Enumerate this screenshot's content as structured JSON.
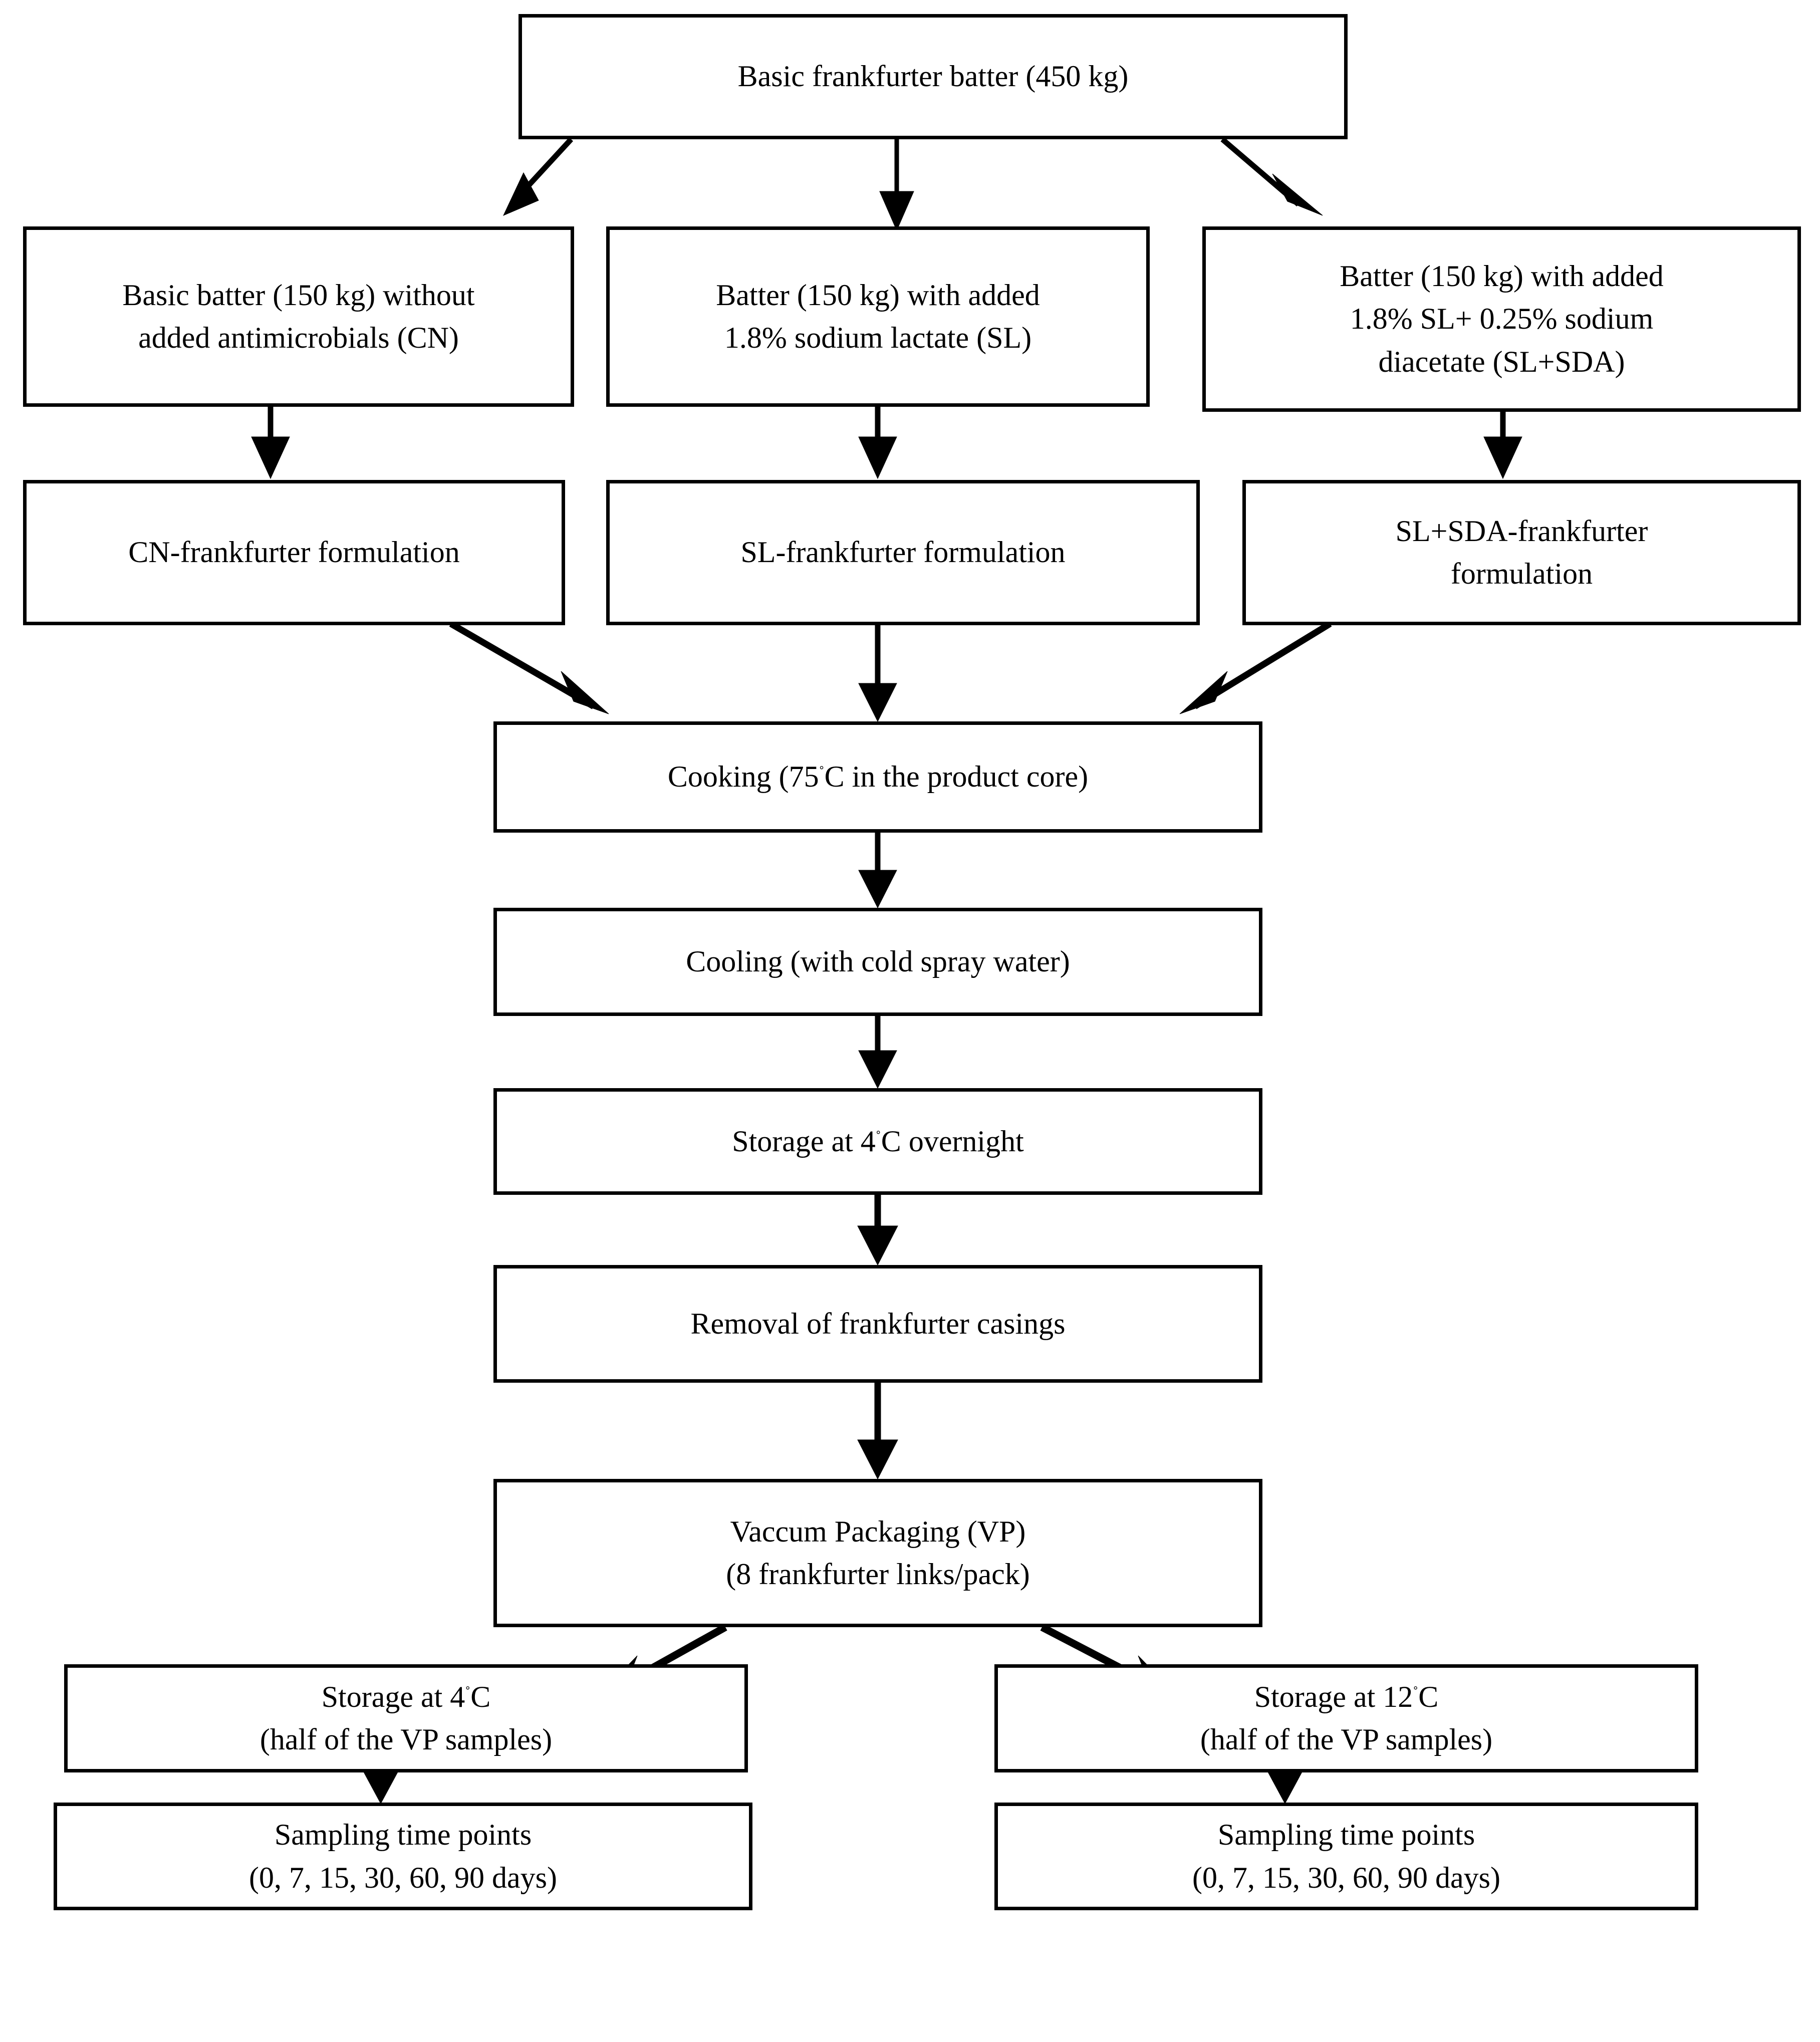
{
  "diagram": {
    "title": "Frankfurter manufacturing and storage experimental flow chart",
    "type": "flowchart",
    "orientation": "top-to-bottom",
    "stroke_color": "#000000",
    "fill_color": "#ffffff",
    "nodes": [
      {
        "id": "basic-batter",
        "label": "Basic frankfurter batter (450 kg)",
        "lines": [
          "Basic frankfurter batter (450 kg)"
        ]
      },
      {
        "id": "batter-cn",
        "label": "Basic batter (150 kg) without added antimicrobials (CN)",
        "lines": [
          "Basic batter  (150 kg) without",
          "added antimicrobials (CN)"
        ]
      },
      {
        "id": "batter-sl",
        "label": "Batter (150 kg) with added 1.8% sodium lactate (SL)",
        "lines": [
          "Batter (150 kg) with added",
          "1.8% sodium lactate (SL)"
        ]
      },
      {
        "id": "batter-slsda",
        "label": "Batter (150 kg) with added 1.8% SL+ 0.25% sodium diacetate (SL+SDA)",
        "lines": [
          "Batter (150 kg) with added",
          "1.8% SL+ 0.25% sodium",
          "diacetate (SL+SDA)"
        ]
      },
      {
        "id": "form-cn",
        "label": "CN-frankfurter formulation",
        "lines": [
          "CN-frankfurter formulation"
        ]
      },
      {
        "id": "form-sl",
        "label": "SL-frankfurter formulation",
        "lines": [
          "SL-frankfurter formulation"
        ]
      },
      {
        "id": "form-slsda",
        "label": "SL+SDA-frankfurter formulation",
        "lines": [
          "SL+SDA-frankfurter",
          "formulation"
        ]
      },
      {
        "id": "cooking",
        "label": "Cooking (75˚C in the product core)",
        "prefix": "Cooking (75",
        "degree": "˚",
        "suffix": "C in the product core)"
      },
      {
        "id": "cooling",
        "label": "Cooling (with cold spray water)",
        "lines": [
          "Cooling (with cold spray water)"
        ]
      },
      {
        "id": "storage-overnight",
        "label": "Storage at 4˚C overnight",
        "prefix": "Storage at 4",
        "degree": "˚",
        "suffix": "C overnight"
      },
      {
        "id": "removal-casings",
        "label": "Removal of frankfurter casings",
        "lines": [
          "Removal of frankfurter casings"
        ]
      },
      {
        "id": "vacuum-packaging",
        "label": "Vaccum Packaging (VP) (8 frankfurter links/pack)",
        "lines": [
          "Vaccum Packaging (VP)",
          "(8 frankfurter links/pack)"
        ]
      },
      {
        "id": "storage-4c",
        "label": "Storage at 4˚C (half of the VP samples)",
        "prefix": "Storage at 4",
        "degree": "˚",
        "suffix": "C",
        "line2": "(half of the VP samples)"
      },
      {
        "id": "storage-12c",
        "label": "Storage at 12˚C (half of the VP samples)",
        "prefix": "Storage at 12",
        "degree": "˚",
        "suffix": "C",
        "line2": "(half of the VP samples)"
      },
      {
        "id": "sampling-4c",
        "label": "Sampling time points (0, 7, 15, 30, 60, 90 days)",
        "lines": [
          "Sampling time points",
          "(0, 7, 15, 30, 60, 90 days)"
        ]
      },
      {
        "id": "sampling-12c",
        "label": "Sampling time points (0, 7, 15, 30, 60, 90 days)",
        "lines": [
          "Sampling time points",
          "(0, 7, 15, 30, 60, 90 days)"
        ]
      }
    ],
    "edges": [
      {
        "from": "basic-batter",
        "to": "batter-cn"
      },
      {
        "from": "basic-batter",
        "to": "batter-sl"
      },
      {
        "from": "basic-batter",
        "to": "batter-slsda"
      },
      {
        "from": "batter-cn",
        "to": "form-cn"
      },
      {
        "from": "batter-sl",
        "to": "form-sl"
      },
      {
        "from": "batter-slsda",
        "to": "form-slsda"
      },
      {
        "from": "form-cn",
        "to": "cooking"
      },
      {
        "from": "form-sl",
        "to": "cooking"
      },
      {
        "from": "form-slsda",
        "to": "cooking"
      },
      {
        "from": "cooking",
        "to": "cooling"
      },
      {
        "from": "cooling",
        "to": "storage-overnight"
      },
      {
        "from": "storage-overnight",
        "to": "removal-casings"
      },
      {
        "from": "removal-casings",
        "to": "vacuum-packaging"
      },
      {
        "from": "vacuum-packaging",
        "to": "storage-4c"
      },
      {
        "from": "vacuum-packaging",
        "to": "storage-12c"
      },
      {
        "from": "storage-4c",
        "to": "sampling-4c"
      },
      {
        "from": "storage-12c",
        "to": "sampling-12c"
      }
    ]
  }
}
